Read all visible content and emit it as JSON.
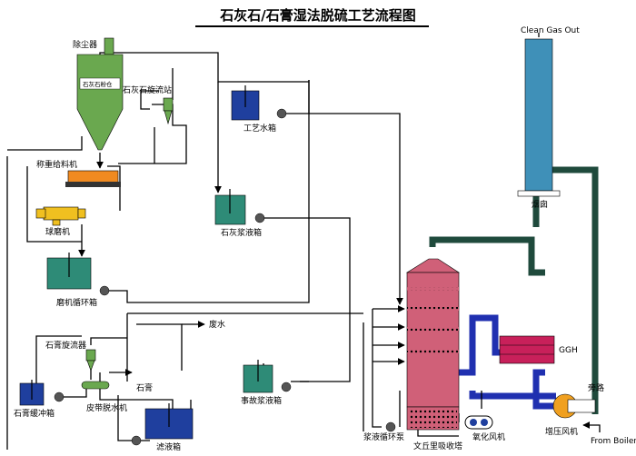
{
  "title": "石灰石/石膏湿法脱硫工艺流程图",
  "labels": {
    "dust_collector": "除尘器",
    "limestone_silo": "石灰石粉仓",
    "limestone_cyclone": "石灰石旋流站",
    "process_water_tank": "工艺水箱",
    "weigh_feeder": "称重给料机",
    "ball_mill": "球磨机",
    "mill_circ_tank": "磨机循环箱",
    "limestone_slurry_tank": "石灰浆液箱",
    "waste_water": "废水",
    "gypsum_cyclone": "石膏旋流器",
    "gypsum_buffer_tank": "石膏缓冲箱",
    "belt_dewatering": "皮带脱水机",
    "gypsum": "石膏",
    "filtrate_tank": "滤液箱",
    "accident_slurry_tank": "事故浆液箱",
    "slurry_circ_pump": "浆液循环泵",
    "venturi_absorber": "文丘里吸收塔",
    "oxidation_fan": "氧化风机",
    "booster_fan": "增压风机",
    "bypass": "旁路",
    "ggh": "GGH",
    "chimney": "烟囱",
    "clean_gas_out": "Clean Gas Out",
    "from_boiler": "From Boiler"
  },
  "colors": {
    "silo": "#6aa84f",
    "tank": "#2e8b77",
    "tank_blue": "#1f3f9e",
    "absorber": "#d06078",
    "stack": "#3f90b8",
    "ggh": "#c8205a",
    "duct_green": "#1f4a3c",
    "duct_blue": "#2030b0",
    "feeder": "#f08a20",
    "mill": "#f0c020",
    "fan": "#f0a020"
  }
}
